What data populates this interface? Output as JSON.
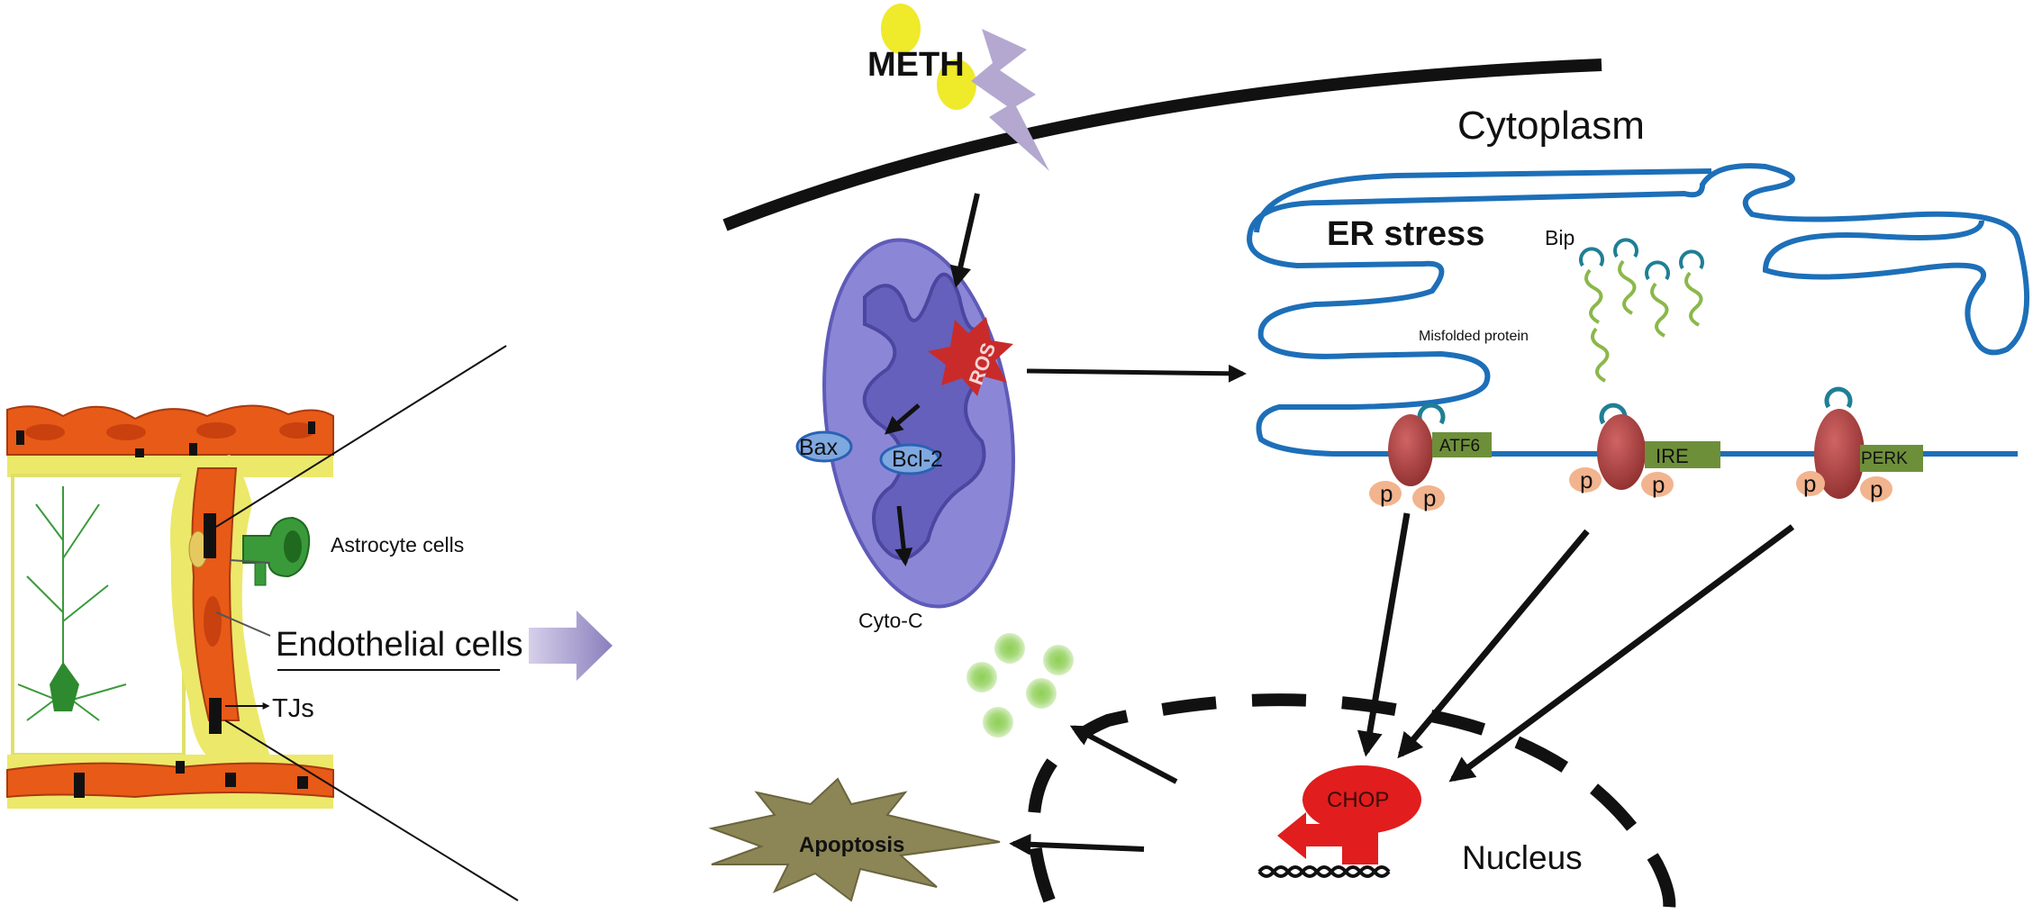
{
  "labels": {
    "meth": "METH",
    "cytoplasm": "Cytoplasm",
    "er_stress": "ER stress",
    "bip": "Bip",
    "misfolded_protein": "Misfolded protein",
    "ros": "ROS",
    "bax": "Bax",
    "bcl2": "Bcl-2",
    "cyto_c": "Cyto-C",
    "atf6": "ATF6",
    "ire": "IRE",
    "perk": "PERK",
    "phospho": "p",
    "chop": "CHOP",
    "nucleus": "Nucleus",
    "apoptosis": "Apoptosis",
    "astrocyte_cells": "Astrocyte cells",
    "endothelial_cells": "Endothelial cells",
    "tjs": "TJs"
  },
  "colors": {
    "meth_yellow": "#efea2a",
    "lightning_purple": "#b4a8d0",
    "er_membrane": "#1d6fb8",
    "mito_outer": "#8b87d6",
    "mito_inner": "#5f5bb8",
    "ros_red": "#c92b2b",
    "receptor_red": "#b24545",
    "receptor_green": "#6e8f3a",
    "phospho_peach": "#f2b48e",
    "bip_teal": "#1f7f95",
    "chop_red": "#e11d1d",
    "vesicle_green": "#9cd46a",
    "apoptosis_olive": "#8c8556",
    "arrow_purple": "#9a8fc4",
    "endothelial_orange": "#e85a17",
    "astrocyte_green": "#3a9a3a",
    "membrane_yellow": "#eded6a"
  }
}
